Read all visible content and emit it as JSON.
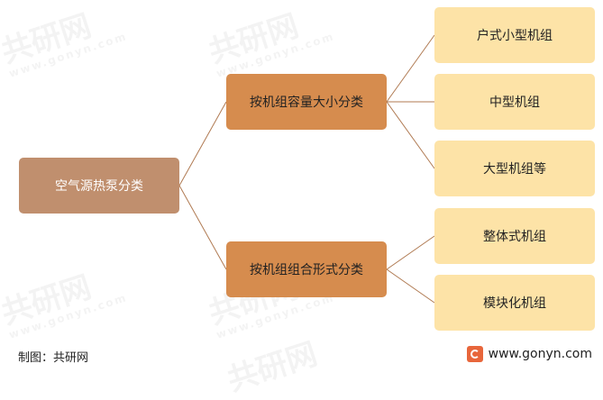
{
  "root": {
    "label": "空气源热泵分类"
  },
  "branches": [
    {
      "label": "按机组容量大小分类",
      "children": [
        "户式小型机组",
        "中型机组",
        "大型机组等"
      ]
    },
    {
      "label": "按机组组合形式分类",
      "children": [
        "整体式机组",
        "模块化机组"
      ]
    }
  ],
  "footer": {
    "source": "制图：共研网",
    "website": "www.gonyn.com"
  },
  "watermark": {
    "brand": "共研网",
    "url": "www.gonyn.com"
  },
  "colors": {
    "root": "#c08f6e",
    "branch": "#d68c4e",
    "leaf": "#fde3a7",
    "connector": "#b07a52"
  }
}
